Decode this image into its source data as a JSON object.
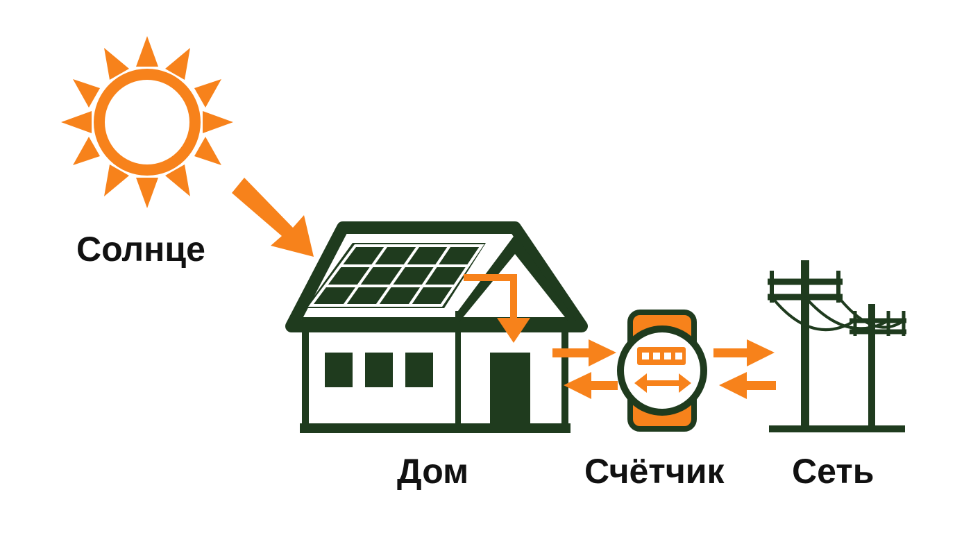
{
  "labels": {
    "sun": "Солнце",
    "house": "Дом",
    "meter": "Счётчик",
    "grid": "Сеть"
  },
  "colors": {
    "accent": "#F7821B",
    "dark": "#1F3B1E",
    "text": "#111111",
    "background": "#FFFFFF"
  },
  "icons": [
    "sun-icon",
    "house-icon",
    "solar-panel-icon",
    "meter-icon",
    "power-pole-icon"
  ]
}
